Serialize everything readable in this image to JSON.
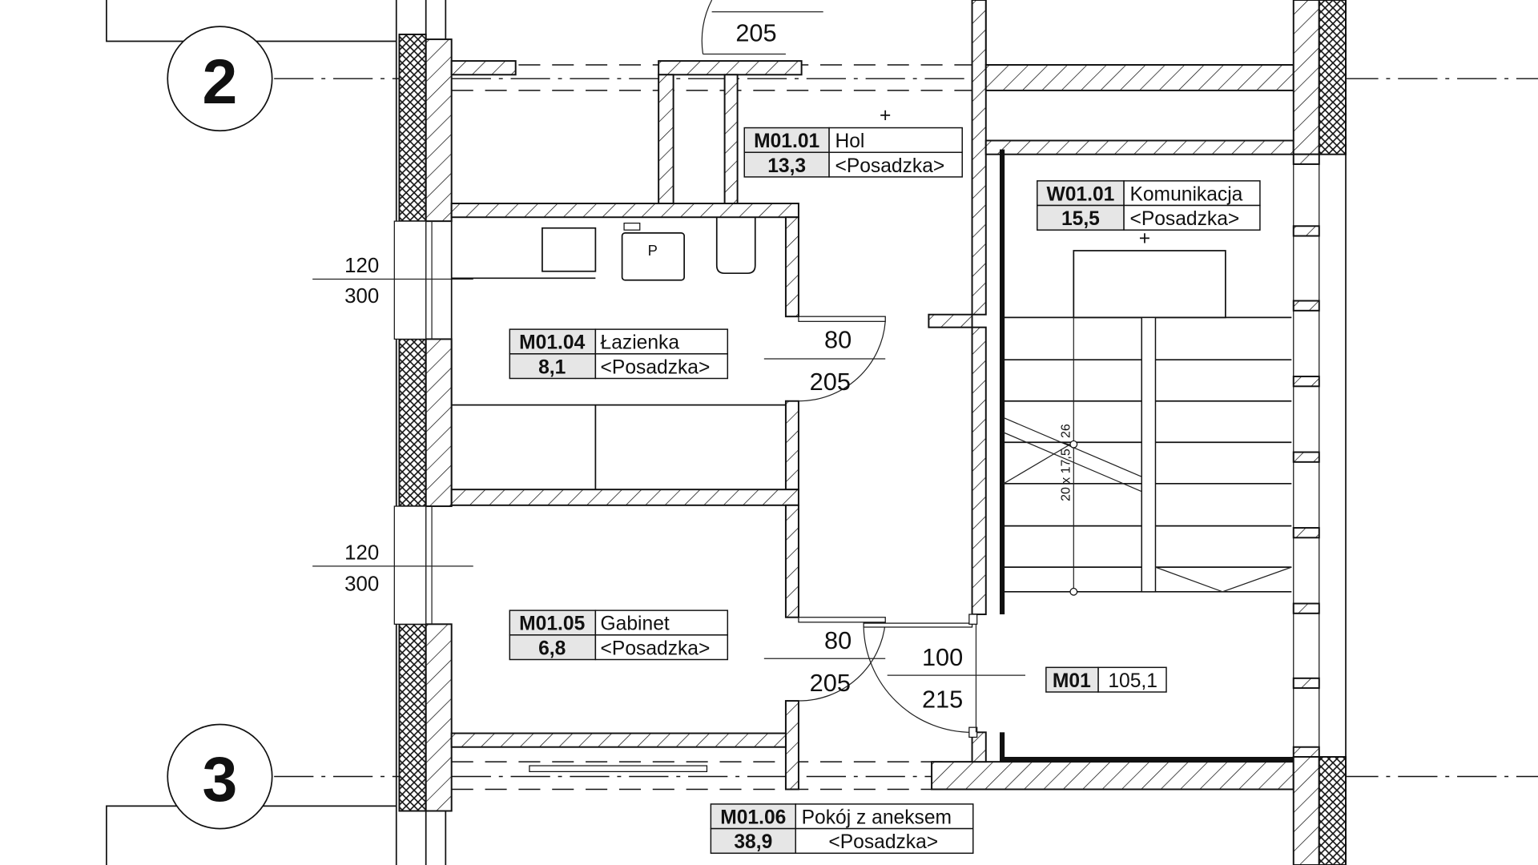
{
  "grid_axes": [
    "2",
    "3"
  ],
  "rooms": [
    {
      "code": "M01.01",
      "name": "Hol",
      "area": "13,3",
      "finish": "<Posadzka>"
    },
    {
      "code": "W01.01",
      "name": "Komunikacja",
      "area": "15,5",
      "finish": "<Posadzka>"
    },
    {
      "code": "M01.04",
      "name": "Łazienka",
      "area": "8,1",
      "finish": "<Posadzka>"
    },
    {
      "code": "M01.05",
      "name": "Gabinet",
      "area": "6,8",
      "finish": "<Posadzka>"
    },
    {
      "code": "M01.06",
      "name": "Pokój z aneksem",
      "area": "38,9",
      "finish": "<Posadzka>"
    }
  ],
  "unit": {
    "code": "M01",
    "area": "105,1"
  },
  "windows": [
    {
      "sill": "120",
      "height": "300"
    },
    {
      "sill": "120",
      "height": "300"
    }
  ],
  "doors": {
    "top": "205",
    "bath": {
      "width": "80",
      "height": "205"
    },
    "office": {
      "width": "80",
      "height": "205"
    },
    "stair": {
      "width": "100",
      "height": "215"
    }
  },
  "stair_label": "20 x 17,5 / 26",
  "appliance_label": "P"
}
